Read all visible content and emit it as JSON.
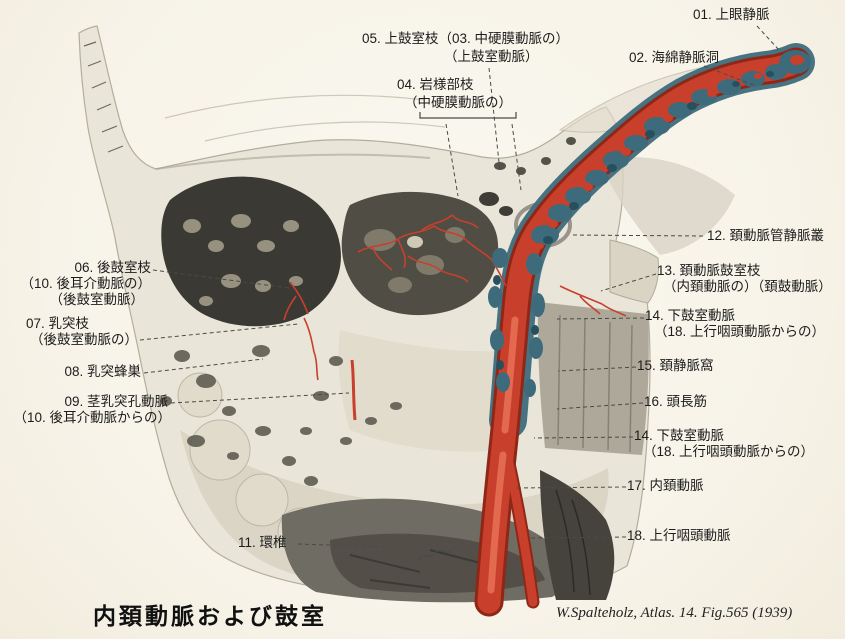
{
  "figure": {
    "title": "内頚動脈および鼓室",
    "credit": "W.Spalteholz, Atlas. 14. Fig.565 (1939)"
  },
  "palette": {
    "background": "#f8f5ec",
    "bone_light": "#e9e5d8",
    "bone_shadow": "#d6d1c0",
    "cavity_dark": "#3b3933",
    "artery_red": "#c8402c",
    "artery_dark": "#8f2717",
    "artery_highlight": "#e3694f",
    "vein_teal": "#3d6b7c",
    "vein_dark": "#27505f",
    "leader_gray": "#4a4a46",
    "text_black": "#1c1c1c"
  },
  "labels": [
    {
      "id": "05a",
      "text": "05. 上鼓室枝（03. 中硬膜動脈の）"
    },
    {
      "id": "05b",
      "text": "（上鼓室動脈）"
    },
    {
      "id": "04a",
      "text": "04. 岩様部枝"
    },
    {
      "id": "04b",
      "text": "（中硬膜動脈の）"
    },
    {
      "id": "01",
      "text": "01. 上眼静脈"
    },
    {
      "id": "02",
      "text": "02. 海綿静脈洞"
    },
    {
      "id": "12",
      "text": "12. 頚動脈管静脈叢"
    },
    {
      "id": "13a",
      "text": "13. 頚動脈鼓室枝"
    },
    {
      "id": "13b",
      "text": "（内頚動脈の）（頚鼓動脈）"
    },
    {
      "id": "14a1",
      "text": "14. 下鼓室動脈"
    },
    {
      "id": "14a2",
      "text": "（18. 上行咽頭動脈からの）"
    },
    {
      "id": "15",
      "text": "15. 頚静脈窩"
    },
    {
      "id": "16",
      "text": "16. 頭長筋"
    },
    {
      "id": "14b1",
      "text": "14. 下鼓室動脈"
    },
    {
      "id": "14b2",
      "text": "（18. 上行咽頭動脈からの）"
    },
    {
      "id": "17",
      "text": "17. 内頚動脈"
    },
    {
      "id": "18",
      "text": "18. 上行咽頭動脈"
    },
    {
      "id": "06a",
      "text": "06. 後鼓室枝"
    },
    {
      "id": "06b",
      "text": "（10. 後耳介動脈の）"
    },
    {
      "id": "06c",
      "text": "（後鼓室動脈）"
    },
    {
      "id": "07a",
      "text": "07. 乳突枝"
    },
    {
      "id": "07b",
      "text": "（後鼓室動脈の）"
    },
    {
      "id": "08",
      "text": "08. 乳突蜂巣"
    },
    {
      "id": "09a",
      "text": "09. 茎乳突孔動脈"
    },
    {
      "id": "09b",
      "text": "（10. 後耳介動脈からの）"
    },
    {
      "id": "11",
      "text": "11. 環椎"
    }
  ]
}
